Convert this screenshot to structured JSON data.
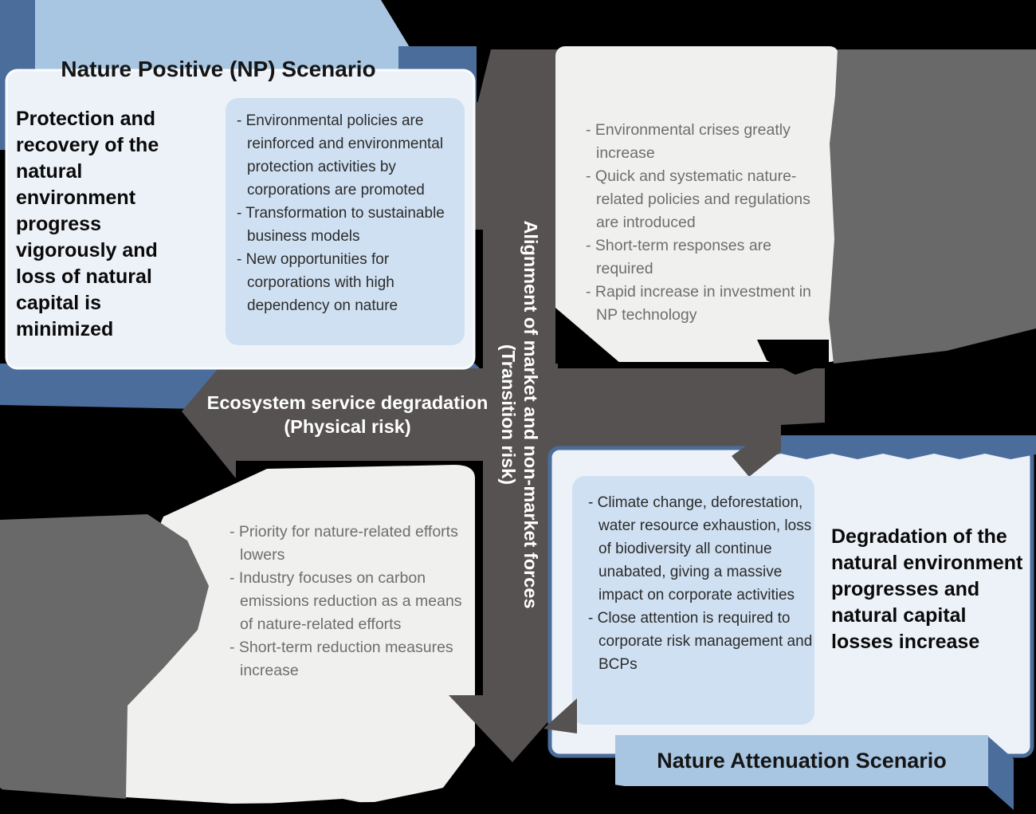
{
  "axes": {
    "horizontal": {
      "title": "Ecosystem service degradation",
      "subtitle": "(Physical risk)"
    },
    "vertical": {
      "title": "Alignment of market and non-market forces",
      "subtitle": "(Transition risk)"
    }
  },
  "quadrants": {
    "nature_positive": {
      "title": "Nature Positive (NP) Scenario",
      "summary": "Protection and recovery of the natural environment progress vigorously and loss of natural capital is minimized",
      "bullets": [
        "- Environmental policies are reinforced and environmental protection activities by corporations are promoted",
        "- Transformation to sustainable business models",
        "- New opportunities for corporations with high dependency on nature"
      ]
    },
    "top_right": {
      "bullets": [
        "- Environmental crises greatly increase",
        "- Quick and systematic nature-related policies and regulations are introduced",
        "- Short-term responses are required",
        "- Rapid increase in investment in NP technology"
      ]
    },
    "bottom_left": {
      "bullets": [
        "- Priority for nature-related efforts lowers",
        "- Industry focuses on carbon emissions reduction as a means of nature-related efforts",
        "- Short-term reduction measures increase"
      ]
    },
    "nature_attenuation": {
      "title": "Nature Attenuation Scenario",
      "summary": "Degradation of the natural environment progresses and natural capital losses increase",
      "bullets": [
        "- Climate change, deforestation, water resource exhaustion, loss of biodiversity all continue unabated, giving a massive impact on corporate activities",
        "- Close attention is required to corporate risk management and BCPs"
      ]
    }
  },
  "colors": {
    "header_band_blue": "#a8c6e2",
    "ribbon_dark_blue": "#4a6d9c",
    "panel_light_blue": "#edf2f9",
    "bullet_box_blue": "#cfe0f2",
    "panel_light_gray": "#f0f0ee",
    "axis_bar_gray": "#575252",
    "blob_gray": "#696969",
    "background": "#000000"
  }
}
